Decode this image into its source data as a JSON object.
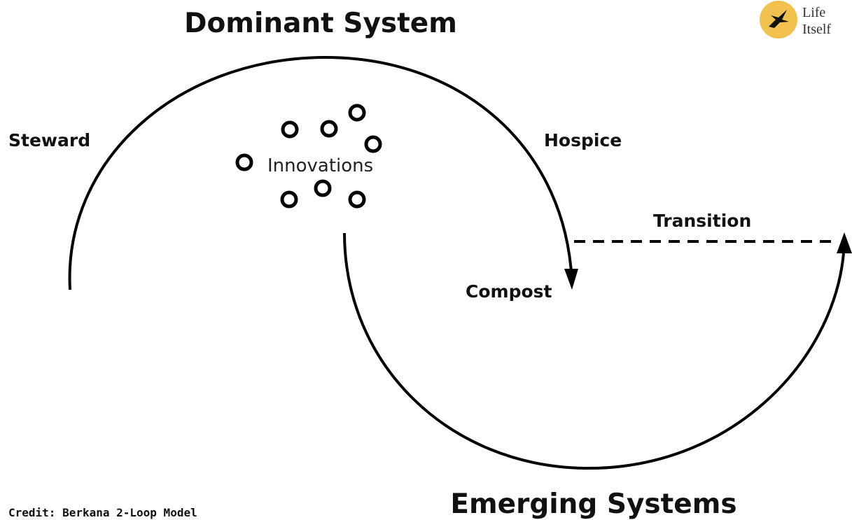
{
  "diagram": {
    "title_top": "Dominant System",
    "title_bottom": "Emerging Systems",
    "labels": {
      "steward": "Steward",
      "hospice": "Hospice",
      "transition": "Transition",
      "compost": "Compost",
      "innovations": "Innovations"
    },
    "credit": "Credit: Berkana 2-Loop Model"
  },
  "logo": {
    "line1": "Life",
    "line2": "Itself",
    "color": "#f2c14e",
    "icon": "swallow-bird-icon"
  }
}
